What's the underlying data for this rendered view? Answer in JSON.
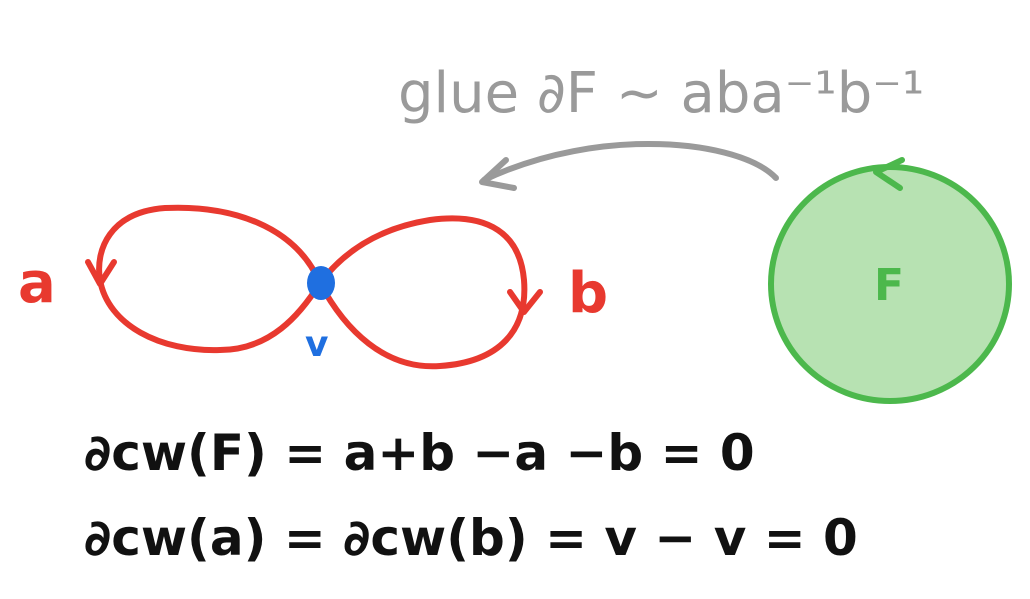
{
  "annotation": {
    "glue_text": "glue ∂F ~ aba⁻¹b⁻¹",
    "color": "#9a9a9a"
  },
  "figure_eight": {
    "color": "#e8392f",
    "label_a": "a",
    "label_b": "b"
  },
  "vertex": {
    "label": "v",
    "color": "#1f6fe0"
  },
  "face": {
    "label": "F",
    "stroke": "#4cb84c",
    "fill": "#b7e2b2",
    "label_color": "#4cb84c"
  },
  "equations": {
    "line1": "∂cw(F) = a+b −a −b = 0",
    "line2": "∂cw(a) = ∂cw(b) = v − v = 0",
    "color": "#111111"
  }
}
